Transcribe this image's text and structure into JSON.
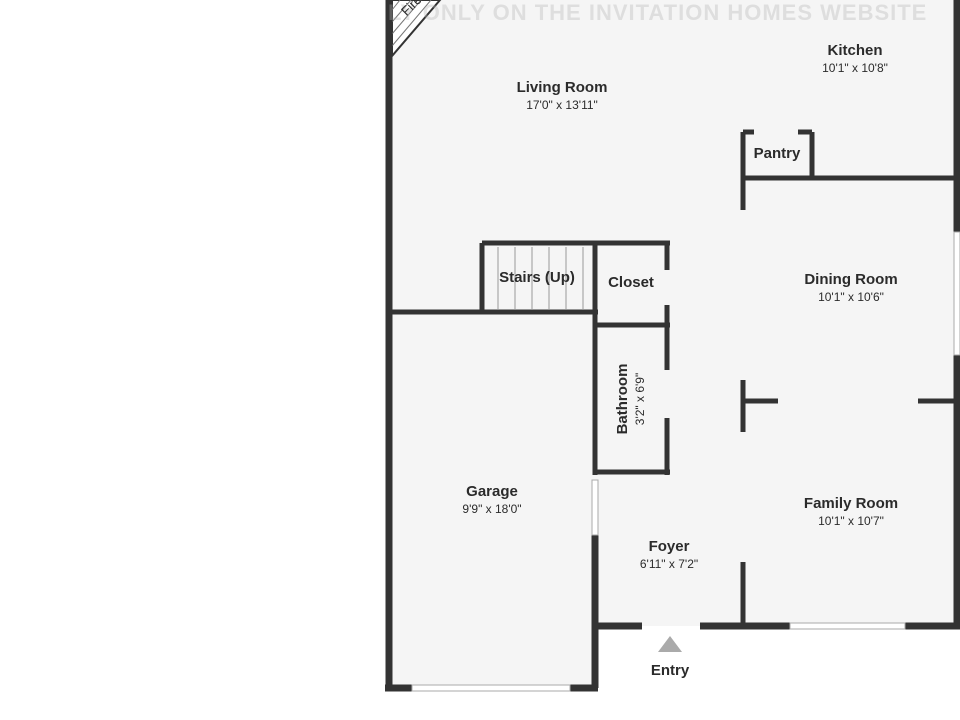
{
  "watermark": "LY ONLY ON THE INVITATION HOMES WEBSITE",
  "fireplace_label": "Fire",
  "entry_label": "Entry",
  "rooms": {
    "living": {
      "name": "Living Room",
      "dim": "17'0\" x 13'11\""
    },
    "kitchen": {
      "name": "Kitchen",
      "dim": "10'1\" x 10'8\""
    },
    "pantry": {
      "name": "Pantry"
    },
    "stairs": {
      "name": "Stairs (Up)"
    },
    "closet": {
      "name": "Closet"
    },
    "dining": {
      "name": "Dining Room",
      "dim": "10'1\" x 10'6\""
    },
    "bathroom": {
      "name": "Bathroom",
      "dim": "3'2\" x 6'9\""
    },
    "garage": {
      "name": "Garage",
      "dim": "9'9\" x 18'0\""
    },
    "family": {
      "name": "Family Room",
      "dim": "10'1\" x 10'7\""
    },
    "foyer": {
      "name": "Foyer",
      "dim": "6'11\" x 7'2\""
    }
  },
  "colors": {
    "wall": "#333333",
    "floor": "#f5f5f5",
    "text": "#2b2b2b"
  }
}
